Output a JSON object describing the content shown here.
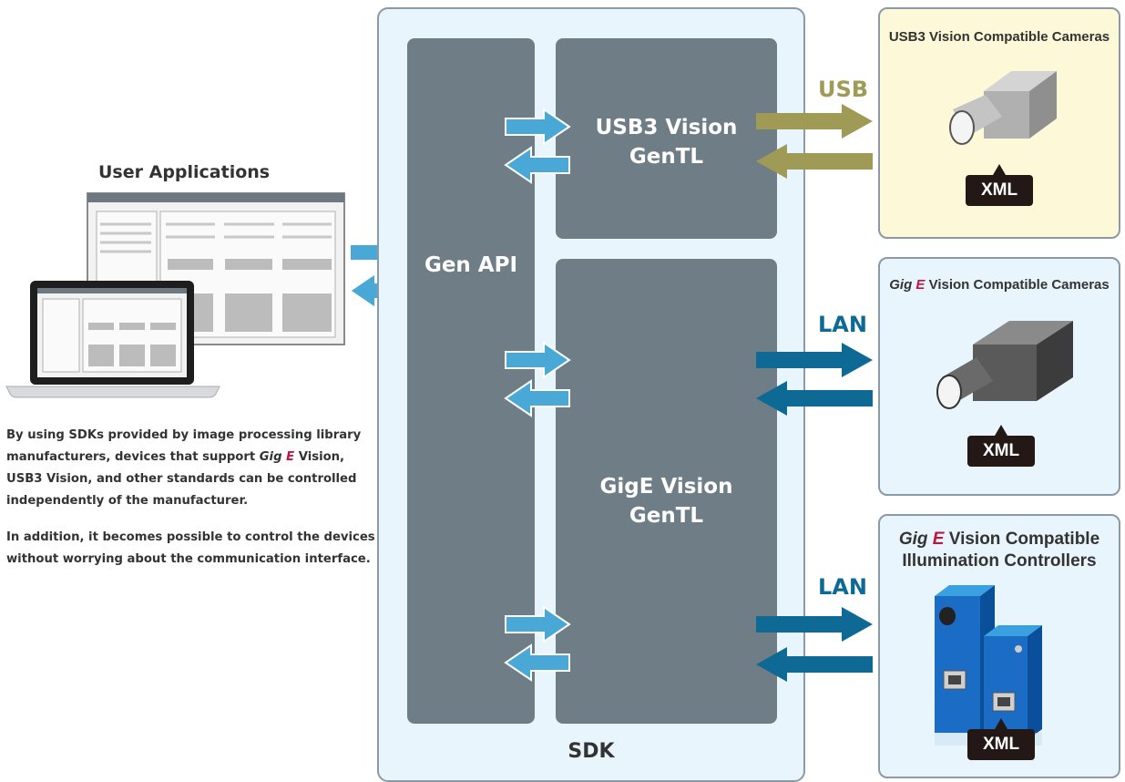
{
  "left": {
    "title": "User Applications",
    "desc1": [
      "By using SDKs provided by image processing library",
      "manufacturers, devices that support ",
      "Gig",
      "E",
      " Vision,",
      "USB3 Vision, and other standards can be controlled",
      "independently of the manufacturer."
    ],
    "desc2": [
      "In addition, it becomes possible to control the devices",
      "without worrying about the communication interface."
    ]
  },
  "sdk": {
    "label": "SDK",
    "gen_api": "Gen API",
    "usb3_gentl_l1": "USB3 Vision",
    "usb3_gentl_l2": "GenTL",
    "gige_gentl_l1": "GigE Vision",
    "gige_gentl_l2": "GenTL"
  },
  "links": {
    "usb": "USB",
    "lan1": "LAN",
    "lan2": "LAN"
  },
  "devices": {
    "usb3_cam_title": "USB3 Vision Compatible Cameras",
    "gige_cam_title_gig": "Gig",
    "gige_cam_title_e": "E",
    "gige_cam_title_rest": "Vision Compatible Cameras",
    "illum_title_gig": "Gig",
    "illum_title_e": "E",
    "illum_title_rest": "Vision Compatible",
    "illum_title_l2": "Illumination Controllers",
    "xml1": "XML",
    "xml2": "XML",
    "xml3": "XML"
  },
  "colors": {
    "sdk_bg": "#e9f5fc",
    "block": "#6f7d86",
    "light_arrow": "#4aa8d6",
    "usb_arrow": "#9f9a55",
    "lan_arrow": "#0e6a94",
    "usb_box_bg": "#fdf8d8",
    "gige_box_bg": "#e9f5fc",
    "gige_e_red": "#c0143c"
  }
}
